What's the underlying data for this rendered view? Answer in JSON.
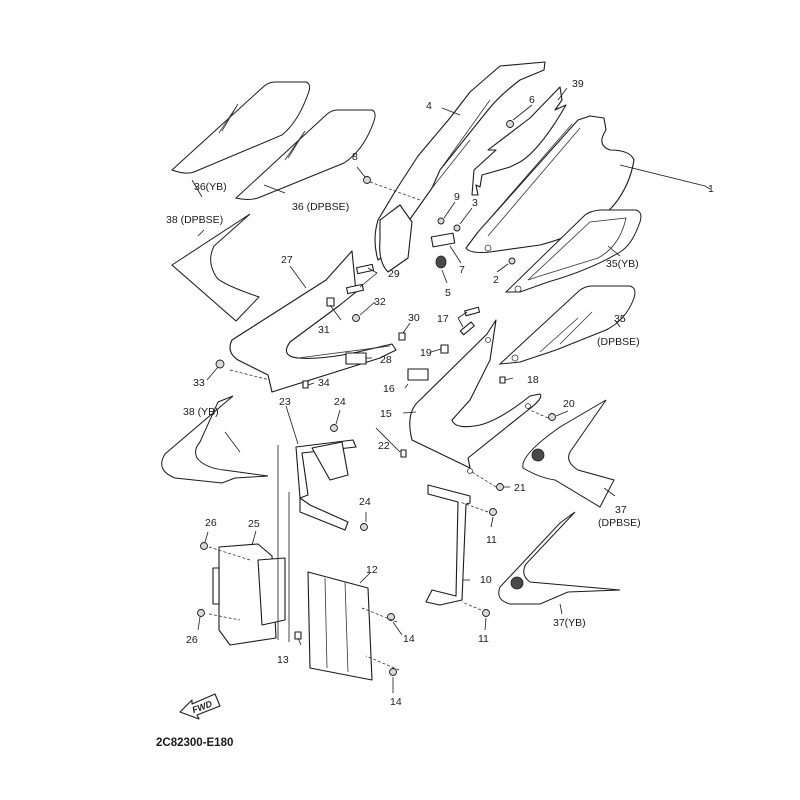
{
  "diagram": {
    "code": "2C82300-E180",
    "direction_arrow": "FWD",
    "callouts": {
      "p1": "1",
      "p2": "2",
      "p3": "3",
      "p4": "4",
      "p5": "5",
      "p6": "6",
      "p7": "7",
      "p8": "8",
      "p9": "9",
      "p10": "10",
      "p11a": "11",
      "p11b": "11",
      "p12": "12",
      "p13": "13",
      "p14a": "14",
      "p14b": "14",
      "p15": "15",
      "p16": "16",
      "p17": "17",
      "p18": "18",
      "p19": "19",
      "p20": "20",
      "p21": "21",
      "p22": "22",
      "p23": "23",
      "p24a": "24",
      "p24b": "24",
      "p25": "25",
      "p26a": "26",
      "p26b": "26",
      "p27": "27",
      "p28": "28",
      "p29": "29",
      "p30": "30",
      "p31": "31",
      "p32": "32",
      "p33": "33",
      "p34": "34",
      "p35yb": "35(YB)",
      "p35dpbse_num": "35",
      "p35dpbse_var": "(DPBSE)",
      "p36yb": "36(YB)",
      "p36dpbse": "36 (DPBSE)",
      "p37dpbse_num": "37",
      "p37dpbse_var": "(DPBSE)",
      "p37yb": "37(YB)",
      "p38dpbse": "38 (DPBSE)",
      "p38yb": "38 (YB)",
      "p39": "39"
    }
  }
}
